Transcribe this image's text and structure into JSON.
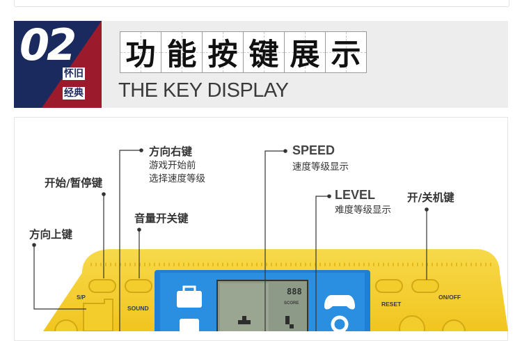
{
  "header": {
    "number": "02",
    "badge_tag_1": "怀旧",
    "badge_tag_2": "经典",
    "title_cn": [
      "功",
      "能",
      "按",
      "键",
      "展",
      "示"
    ],
    "title_en": "THE KEY DISPLAY"
  },
  "callouts": {
    "right_key": {
      "label": "方向右键",
      "desc_1": "游戏开始前",
      "desc_2": "选择速度等级"
    },
    "start_pause": {
      "label": "开始/暂停键"
    },
    "up_key": {
      "label": "方向上键"
    },
    "volume": {
      "label": "音量开关键"
    },
    "speed": {
      "label": "SPEED",
      "desc": "速度等级显示"
    },
    "level": {
      "label": "LEVEL",
      "desc": "难度等级显示"
    },
    "power": {
      "label": "开/关机键"
    }
  },
  "device": {
    "sp_label": "S/P",
    "sound_label": "SOUND",
    "reset_label": "RESET",
    "onoff_label": "ON/OFF",
    "score_label": "SCORE",
    "score_value": "888"
  },
  "colors": {
    "badge_navy": "#1b2a5e",
    "badge_red": "#9b1a2b",
    "device_yellow": "#f5d235",
    "screen_blue": "#1e7fd4"
  }
}
